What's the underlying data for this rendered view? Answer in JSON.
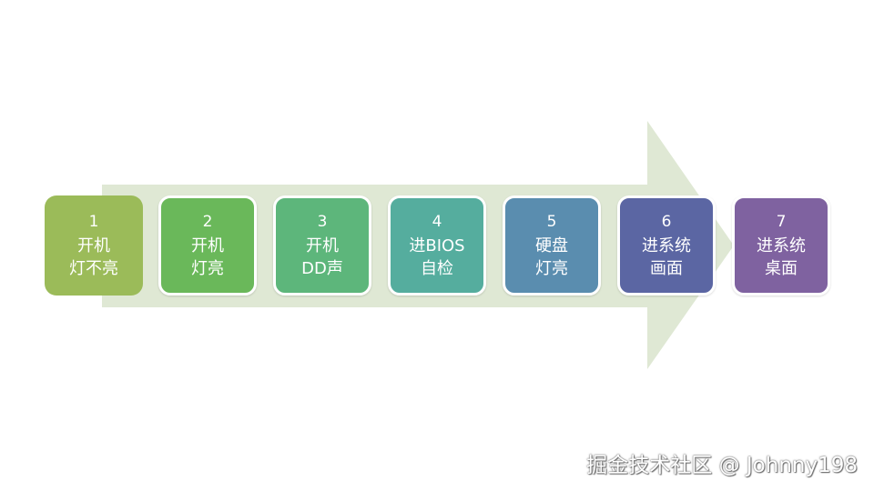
{
  "steps": [
    {
      "number": "1",
      "line1": "开机",
      "line2": "灯不亮",
      "color": "#9bbb59"
    },
    {
      "number": "2",
      "line1": "开机",
      "line2": "灯亮",
      "color": "#6ab85a"
    },
    {
      "number": "3",
      "line1": "开机",
      "line2": "DD声",
      "color": "#5db67b"
    },
    {
      "number": "4",
      "line1": "进BIOS",
      "line2": "自检",
      "color": "#55ad9e"
    },
    {
      "number": "5",
      "line1": "硬盘",
      "line2": "灯亮",
      "color": "#5a8daf"
    },
    {
      "number": "6",
      "line1": "进系统",
      "line2": "画面",
      "color": "#5b66a3"
    },
    {
      "number": "7",
      "line1": "进系统",
      "line2": "桌面",
      "color": "#7f62a0"
    }
  ],
  "arrow_color": "#dfe8d4",
  "watermark": "掘金技术社区 @ Johnny198"
}
